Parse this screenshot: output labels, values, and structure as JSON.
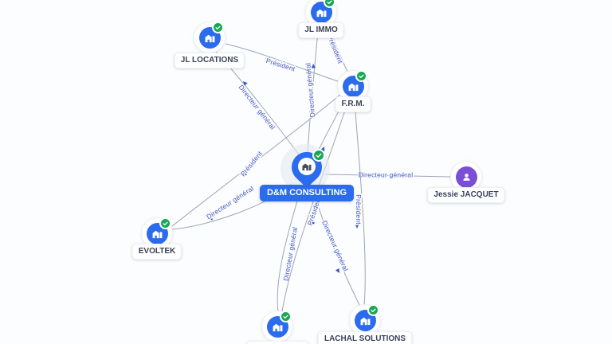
{
  "app": {
    "type": "company-network-map",
    "background": "#fcfdfe"
  },
  "colors": {
    "company_node": "#2b6cee",
    "person_node": "#7a4fd6",
    "verified_badge": "#18a755",
    "edge": "#9aa5b8",
    "edge_label": "#4254c5",
    "center_label_bg": "#2b6cee",
    "node_label_text": "#3a4257"
  },
  "center": {
    "label": "D&M CONSULTING",
    "type": "company",
    "verified": true,
    "icon": "map-pin-building"
  },
  "nodes": [
    {
      "label": "JL IMMO",
      "type": "company",
      "verified": true
    },
    {
      "label": "JL LOCATIONS",
      "type": "company",
      "verified": true
    },
    {
      "label": "F.R.M.",
      "type": "company",
      "verified": true
    },
    {
      "label": "Jessie JACQUET",
      "type": "person",
      "verified": false
    },
    {
      "label": "EVOLTEK",
      "type": "company",
      "verified": true
    },
    {
      "label": "",
      "type": "company",
      "verified": true
    },
    {
      "label": "LACHAL SOLUTIONS",
      "type": "company",
      "verified": true
    }
  ],
  "edges": [
    {
      "from": "JL IMMO",
      "to": "D&M CONSULTING",
      "label": "Directeur général"
    },
    {
      "from": "JL IMMO",
      "to": "F.R.M.",
      "label": "Président"
    },
    {
      "from": "JL LOCATIONS",
      "to": "F.R.M.",
      "label": "Président"
    },
    {
      "from": "JL LOCATIONS",
      "to": "D&M CONSULTING",
      "label": "Directeur général"
    },
    {
      "from": "F.R.M.",
      "to": "D&M CONSULTING",
      "label": ""
    },
    {
      "from": "D&M CONSULTING",
      "to": "Jessie JACQUET",
      "label": "Directeur général"
    },
    {
      "from": "F.R.M.",
      "to": "LACHAL SOLUTIONS",
      "label": "Président"
    },
    {
      "from": "D&M CONSULTING",
      "to": "LACHAL SOLUTIONS",
      "label": "Directeur général"
    },
    {
      "from": "D&M CONSULTING",
      "to": "bottom-company",
      "label": "Directeur général"
    },
    {
      "from": "F.R.M.",
      "to": "bottom-company",
      "label": "Président"
    },
    {
      "from": "D&M CONSULTING",
      "to": "EVOLTEK",
      "label": "Directeur général"
    },
    {
      "from": "F.R.M.",
      "to": "EVOLTEK",
      "label": "Président"
    }
  ]
}
